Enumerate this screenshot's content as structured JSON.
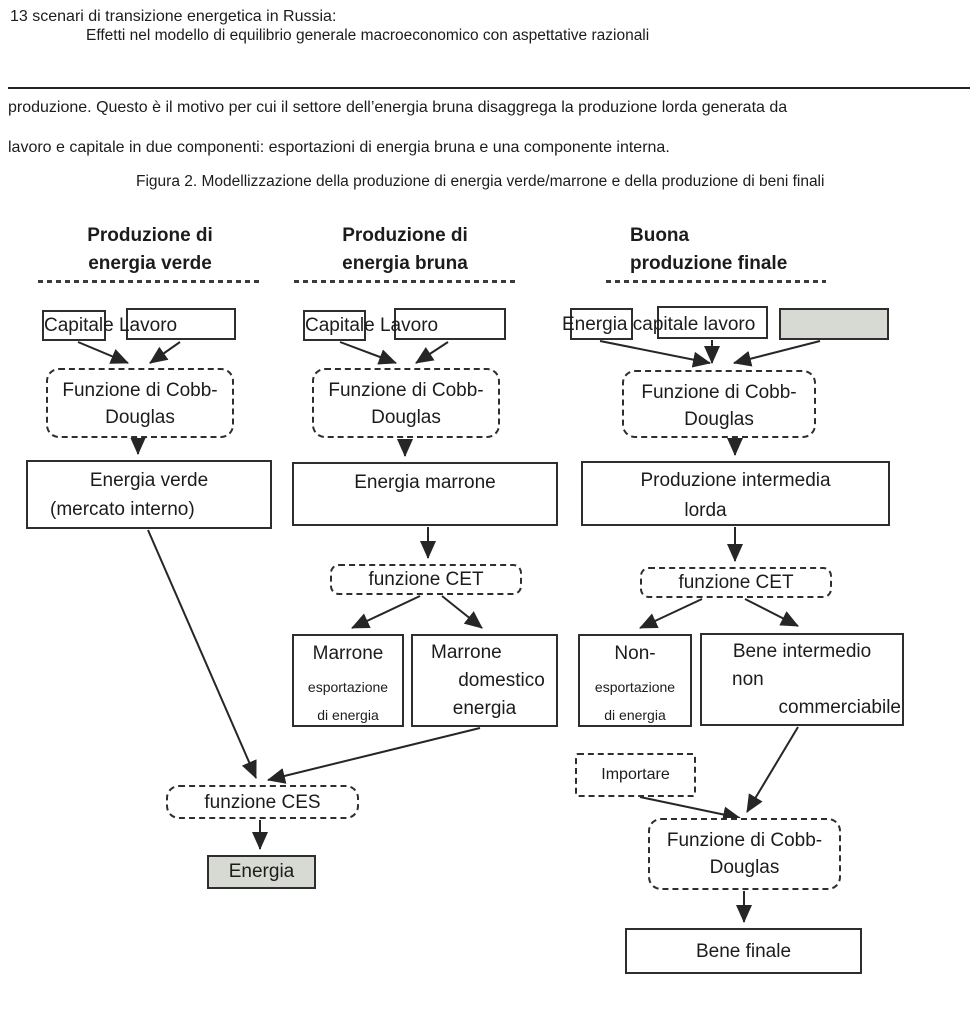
{
  "header": {
    "line1": "13 scenari di transizione energetica in Russia:",
    "line2": "Effetti nel modello di equilibrio generale macroeconomico con aspettative razionali"
  },
  "body": {
    "paragraph_line1": "produzione. Questo è il motivo per cui il settore dell’energia bruna disaggrega la produzione lorda generata da",
    "paragraph_line2": "lavoro e capitale in due componenti: esportazioni di energia bruna e una componente interna.",
    "figure_caption": "Figura 2. Modellizzazione della produzione di energia verde/marrone e della produzione di beni finali"
  },
  "diagram": {
    "col_green": {
      "heading1": "Produzione di",
      "heading2": "energia verde",
      "inputs_label": "Capitale Lavoro",
      "cobb_douglas1": "Funzione di Cobb-",
      "cobb_douglas2": "Douglas",
      "energy_box1": "Energia verde",
      "energy_box2": "(mercato interno)",
      "ces_label": "funzione CES",
      "energia_label": "Energia"
    },
    "col_brown": {
      "heading1": "Produzione di",
      "heading2": "energia bruna",
      "inputs_label": "Capitale Lavoro",
      "cobb_douglas1": "Funzione di Cobb-",
      "cobb_douglas2": "Douglas",
      "energy_box": "Energia marrone",
      "cet_label": "funzione CET",
      "export_box": {
        "line1": "Marrone",
        "line2": "esportazione",
        "line3": "di energia"
      },
      "domestic_box": {
        "line1": "Marrone",
        "line2": "domestico",
        "line3": "energia"
      }
    },
    "col_final": {
      "heading1": "Buona",
      "heading2": "produzione finale",
      "inputs_label": "Energia capitale lavoro",
      "cobb_douglas1": "Funzione di Cobb-",
      "cobb_douglas2": "Douglas",
      "intermediate_box1": "Produzione intermedia",
      "intermediate_box2": "lorda",
      "cet_label": "funzione CET",
      "non_export_box": {
        "line1": "Non-",
        "line2": "esportazione",
        "line3": "di energia"
      },
      "non_tradable_box": {
        "line1": "Bene intermedio",
        "line2": "non",
        "line3": "commerciabile"
      },
      "import_label": "Importare",
      "final_cobb_douglas1": "Funzione di Cobb-",
      "final_cobb_douglas2": "Douglas",
      "final_good_label": "Bene finale"
    },
    "colors": {
      "box_fill_gray": "#d7dad3",
      "line_color": "#262626"
    }
  }
}
